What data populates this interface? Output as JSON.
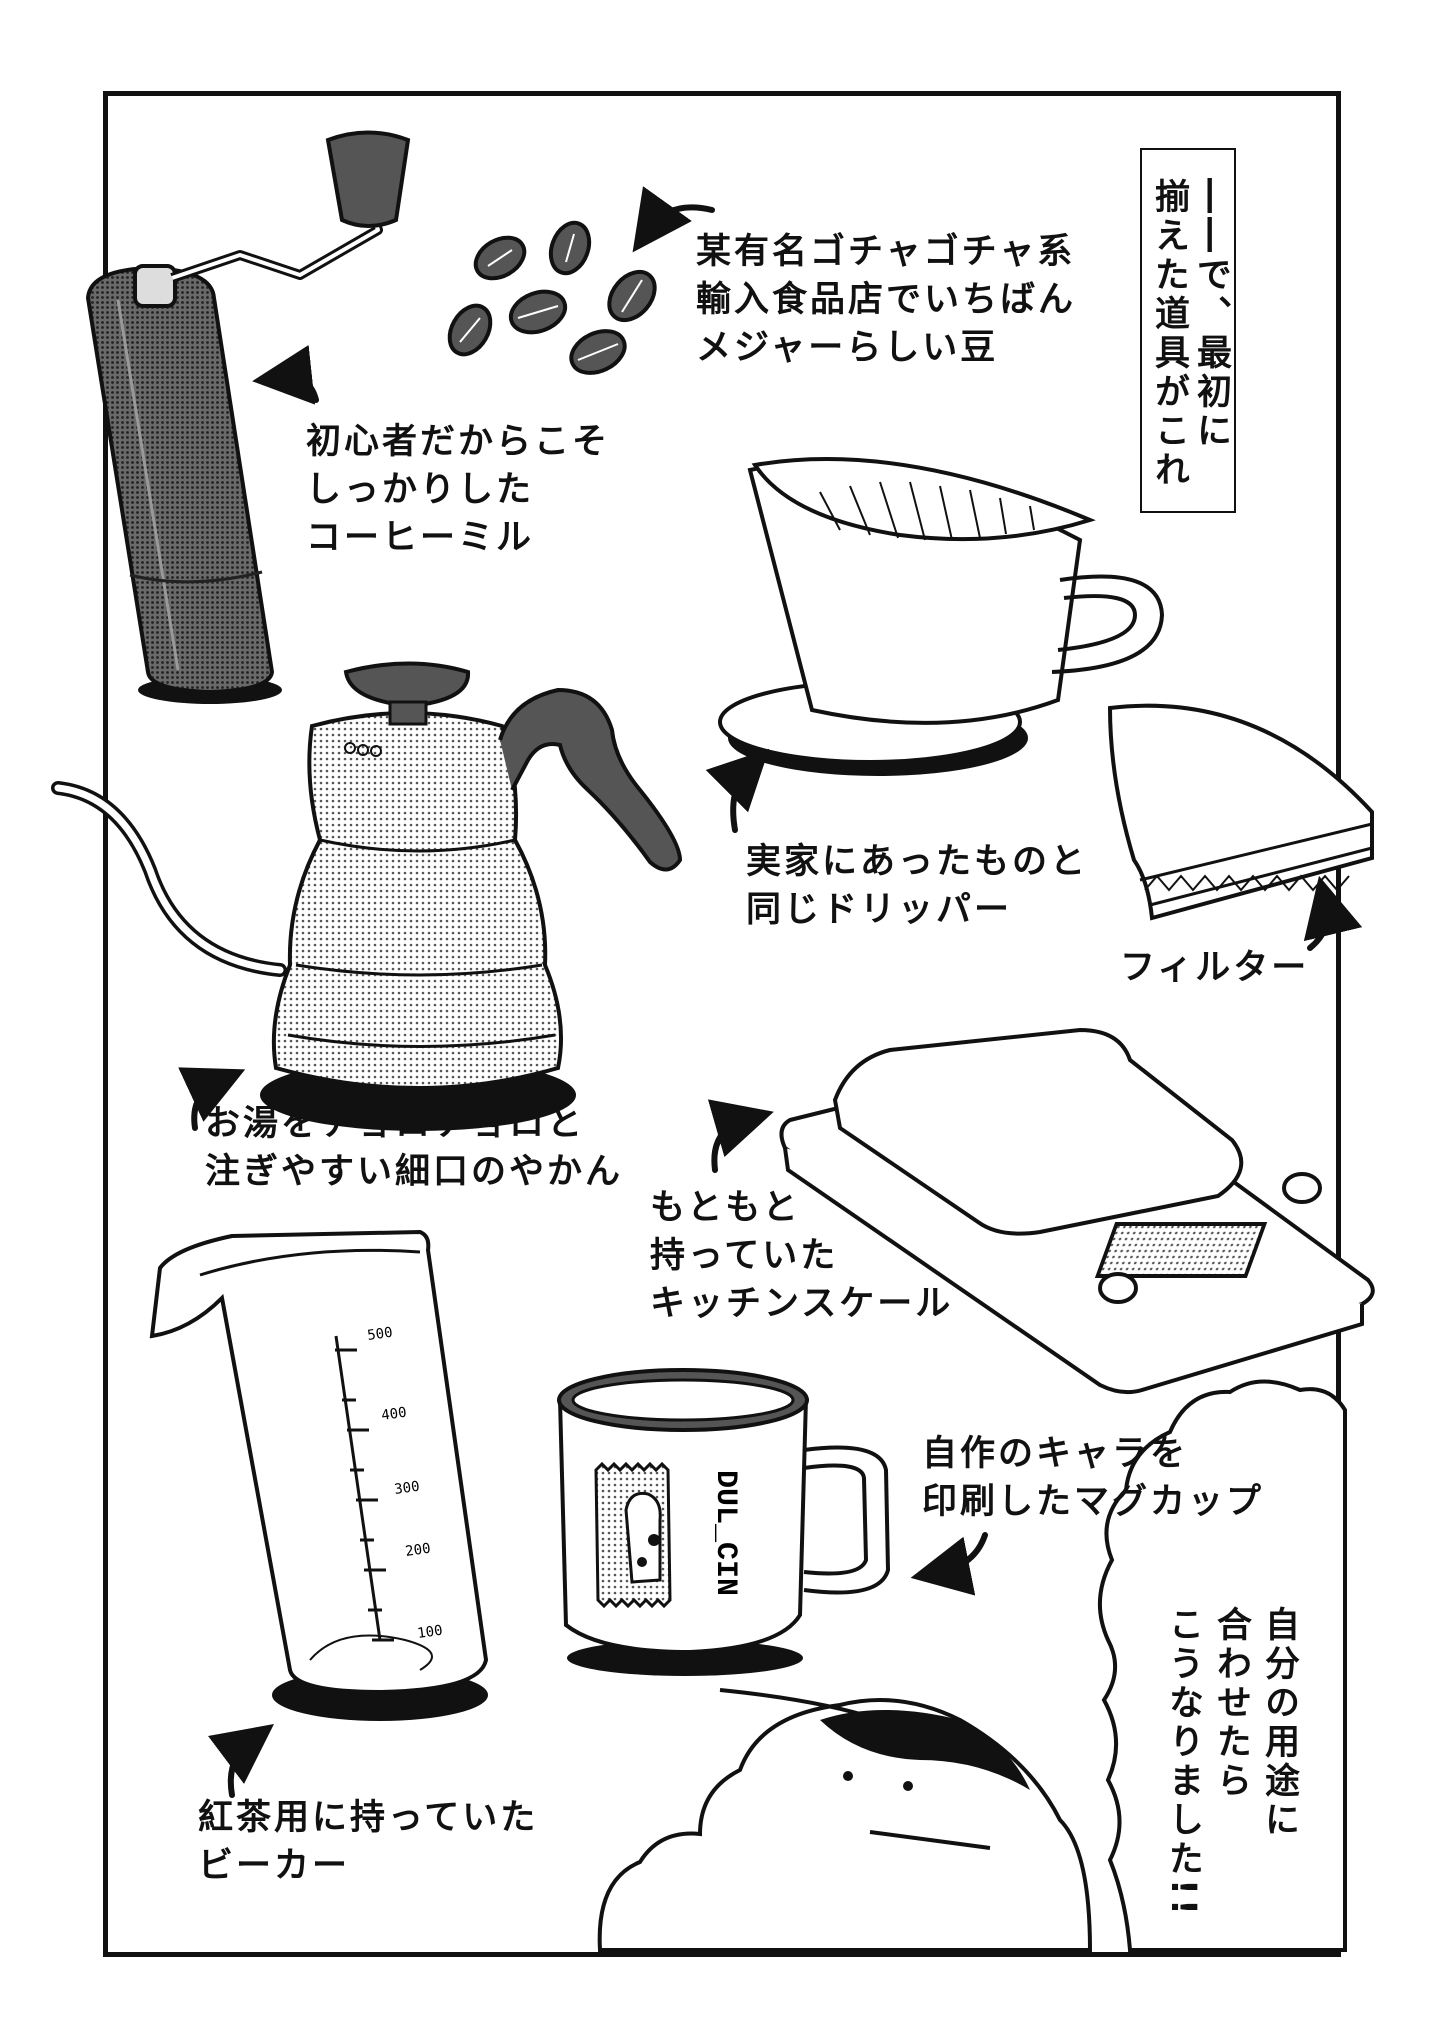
{
  "title_box": {
    "line1": "――で、最初に",
    "line2": "揃えた道具がこれ"
  },
  "items": {
    "beans": {
      "line1": "某有名ゴチャゴチャ系",
      "line2": "輸入食品店でいちばん",
      "line3": "メジャーらしい豆"
    },
    "grinder": {
      "line1": "初心者だからこそ",
      "line2": "しっかりした",
      "line3": "コーヒーミル"
    },
    "dripper": {
      "line1": "実家にあったものと",
      "line2": "同じドリッパー"
    },
    "filter": {
      "line1": "フィルター"
    },
    "kettle": {
      "line1": "お湯をチョロチョロと",
      "line2": "注ぎやすい細口のやかん"
    },
    "scale": {
      "line1": "もともと",
      "line2": "持っていた",
      "line3": "キッチンスケール"
    },
    "mug": {
      "line1": "自作のキャラを",
      "line2": "印刷したマグカップ",
      "print": "DUL_CIN"
    },
    "beaker": {
      "line1": "紅茶用に持っていた",
      "line2": "ビーカー",
      "ticks": [
        "500",
        "400",
        "300",
        "200",
        "100"
      ]
    }
  },
  "speech": {
    "line1": "自分の用途に",
    "line2": "合わせたら",
    "line3": "こうなりました!!"
  },
  "colors": {
    "ink": "#111111",
    "paper": "#ffffff",
    "tone": "#bdbdbd",
    "dark_tone": "#4a4a4a"
  }
}
